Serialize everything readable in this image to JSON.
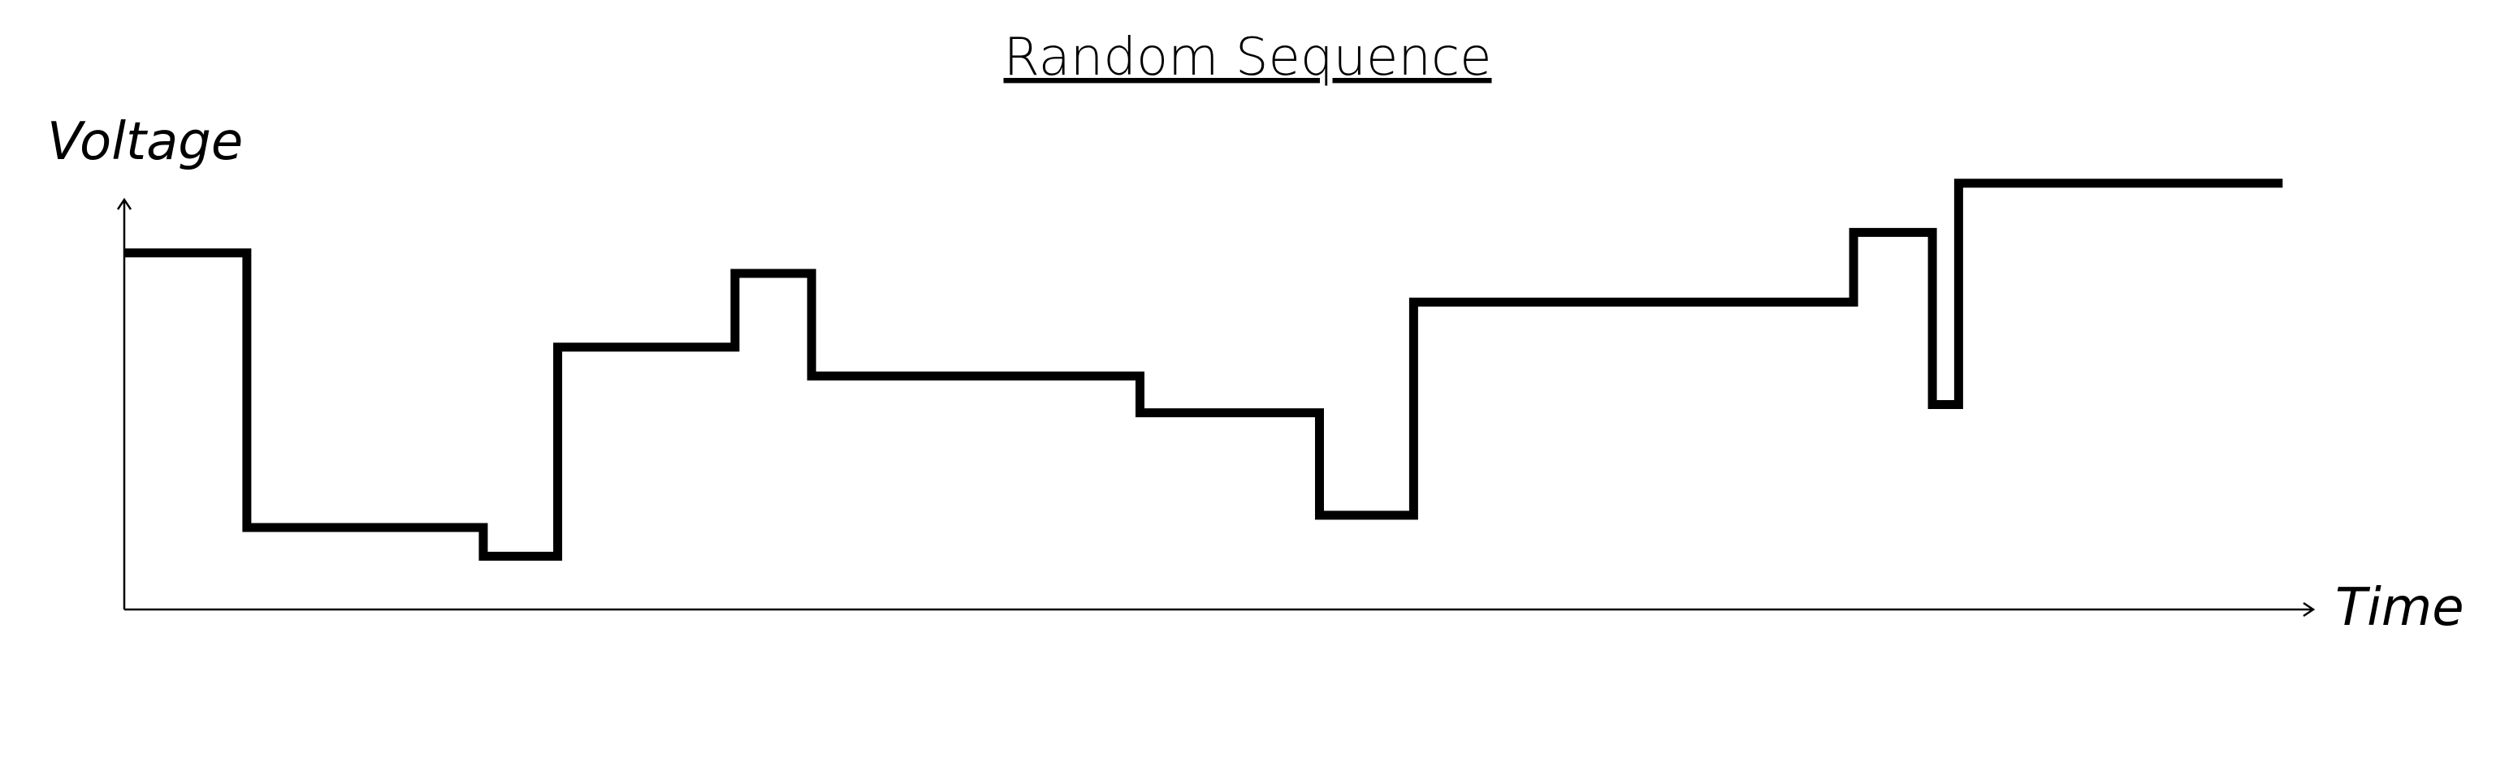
{
  "chart_data": {
    "type": "line",
    "step": true,
    "title": "Random Sequence",
    "xlabel": "Time",
    "ylabel": "Voltage",
    "grid": false,
    "legend": "none",
    "x_ticks": "none",
    "y_ticks": "none",
    "xlim": [
      0,
      100
    ],
    "ylim": [
      0,
      100
    ],
    "steps": [
      {
        "x_start": 0.0,
        "x_end": 5.6,
        "y": 87
      },
      {
        "x_start": 5.6,
        "x_end": 16.4,
        "y": 20
      },
      {
        "x_start": 16.4,
        "x_end": 19.8,
        "y": 13
      },
      {
        "x_start": 19.8,
        "x_end": 27.9,
        "y": 64
      },
      {
        "x_start": 27.9,
        "x_end": 31.4,
        "y": 82
      },
      {
        "x_start": 31.4,
        "x_end": 46.4,
        "y": 57
      },
      {
        "x_start": 46.4,
        "x_end": 54.6,
        "y": 48
      },
      {
        "x_start": 54.6,
        "x_end": 58.9,
        "y": 23
      },
      {
        "x_start": 58.9,
        "x_end": 79.0,
        "y": 75
      },
      {
        "x_start": 79.0,
        "x_end": 82.6,
        "y": 92
      },
      {
        "x_start": 82.6,
        "x_end": 83.8,
        "y": 50
      },
      {
        "x_start": 83.8,
        "x_end": 98.6,
        "y": 104
      }
    ],
    "line_color": "#000000",
    "axis_color": "#000000"
  }
}
